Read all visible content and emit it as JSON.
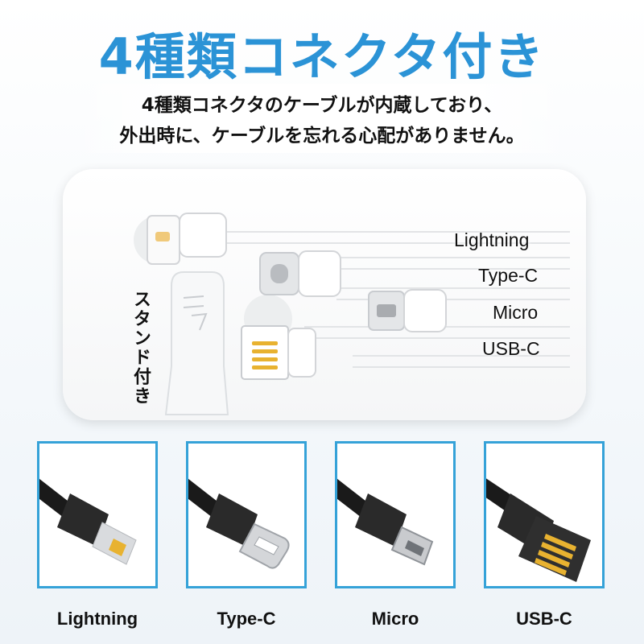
{
  "title": "4種類コネクタ付き",
  "subtitle": {
    "line1": "4種類コネクタのケーブルが内蔵しており、",
    "line2": "外出時に、ケーブルを忘れる心配がありません。"
  },
  "product": {
    "stand_label": "スタンド付き",
    "port_labels": [
      "Lightning",
      "Type-C",
      "Micro",
      "USB-C"
    ]
  },
  "connectors": [
    {
      "label": "Lightning",
      "icon": "lightning-connector-icon"
    },
    {
      "label": "Type-C",
      "icon": "type-c-connector-icon"
    },
    {
      "label": "Micro",
      "icon": "micro-usb-connector-icon"
    },
    {
      "label": "USB-C",
      "icon": "usb-a-connector-icon"
    }
  ],
  "colors": {
    "title": "#2b93d6",
    "card_border": "#35a2d8"
  }
}
